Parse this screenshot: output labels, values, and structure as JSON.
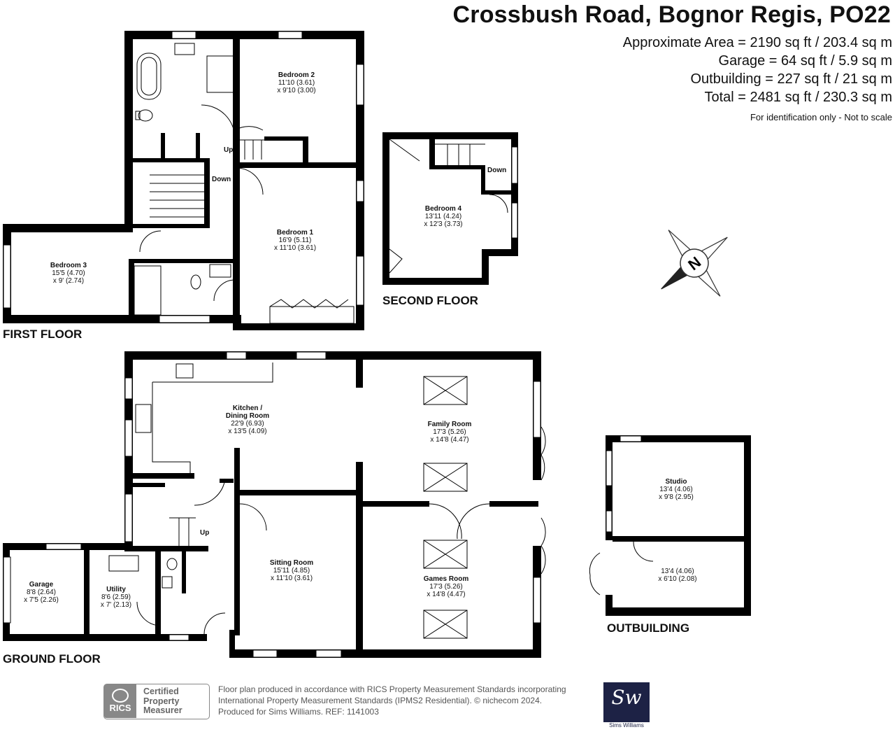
{
  "header": {
    "title": "Crossbush Road, Bognor Regis, PO22",
    "areas": [
      "Approximate Area = 2190 sq ft / 203.4 sq m",
      "Garage = 64 sq ft / 5.9 sq m",
      "Outbuilding = 227 sq ft / 21 sq m",
      "Total = 2481 sq ft / 230.3 sq m"
    ],
    "note": "For identification only - Not to scale"
  },
  "floors": {
    "first": "FIRST FLOOR",
    "second": "SECOND FLOOR",
    "ground": "GROUND FLOOR",
    "outbuilding": "OUTBUILDING"
  },
  "rooms": {
    "bedroom2": {
      "name": "Bedroom 2",
      "dim1": "11'10 (3.61)",
      "dim2": "x 9'10 (3.00)"
    },
    "bedroom1": {
      "name": "Bedroom 1",
      "dim1": "16'9 (5.11)",
      "dim2": "x 11'10 (3.61)"
    },
    "bedroom3": {
      "name": "Bedroom 3",
      "dim1": "15'5 (4.70)",
      "dim2": "x 9' (2.74)"
    },
    "bedroom4": {
      "name": "Bedroom 4",
      "dim1": "13'11 (4.24)",
      "dim2": "x 12'3 (3.73)"
    },
    "kitchen": {
      "name1": "Kitchen /",
      "name2": "Dining Room",
      "dim1": "22'9 (6.93)",
      "dim2": "x 13'5 (4.09)"
    },
    "family": {
      "name": "Family Room",
      "dim1": "17'3 (5.26)",
      "dim2": "x 14'8 (4.47)"
    },
    "sitting": {
      "name": "Sitting Room",
      "dim1": "15'11 (4.85)",
      "dim2": "x 11'10 (3.61)"
    },
    "games": {
      "name": "Games Room",
      "dim1": "17'3 (5.26)",
      "dim2": "x 14'8 (4.47)"
    },
    "garage": {
      "name": "Garage",
      "dim1": "8'8 (2.64)",
      "dim2": "x 7'5 (2.26)"
    },
    "utility": {
      "name": "Utility",
      "dim1": "8'6 (2.59)",
      "dim2": "x 7' (2.13)"
    },
    "studio": {
      "name": "Studio",
      "dim1": "13'4 (4.06)",
      "dim2": "x 9'8 (2.95)"
    },
    "store": {
      "dim1": "13'4 (4.06)",
      "dim2": "x 6'10 (2.08)"
    }
  },
  "stairs": {
    "up1": "Up",
    "down1": "Down",
    "down2": "Down",
    "up_ground": "Up"
  },
  "compass": {
    "letter": "N"
  },
  "footer": {
    "badge_short": "RICS",
    "badge_lines": [
      "Certified",
      "Property",
      "Measurer"
    ],
    "lines": [
      "Floor plan produced in accordance with RICS Property Measurement Standards incorporating",
      "International Property Measurement Standards (IPMS2 Residential).  © nichecom 2024.",
      "Produced for Sims Williams.   REF:  1141003"
    ],
    "agent_logo": "Sw",
    "agent_name": "Sims Williams"
  },
  "colors": {
    "wall": "#000000",
    "text": "#111111",
    "agent": "#1d2245"
  }
}
